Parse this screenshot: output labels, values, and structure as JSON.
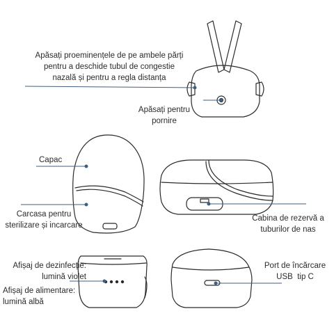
{
  "labels": {
    "press_sides": [
      "Apăsați proeminențele de pe ambele părți",
      "pentru a deschide tubul de congestie",
      "nazală și pentru a regla distanța"
    ],
    "power": [
      "Apăsați pentru",
      "pornire"
    ],
    "lid": "Capac",
    "case": [
      "Carcasa pentru",
      "sterilizare și incarcare"
    ],
    "spare": [
      "Cabina de rezervă a",
      "tuburilor de nas"
    ],
    "disinfect": [
      "Afișaj de dezinfecție:",
      "lumină violet"
    ],
    "supply": [
      "Afișaj de alimentare:",
      "lumină albă"
    ],
    "usb": [
      "Port de încărcare",
      "USB  tip C"
    ]
  },
  "colors": {
    "callout": "#3f5f7f",
    "outline": "#2a2a2a",
    "text": "#2b2b2b"
  }
}
